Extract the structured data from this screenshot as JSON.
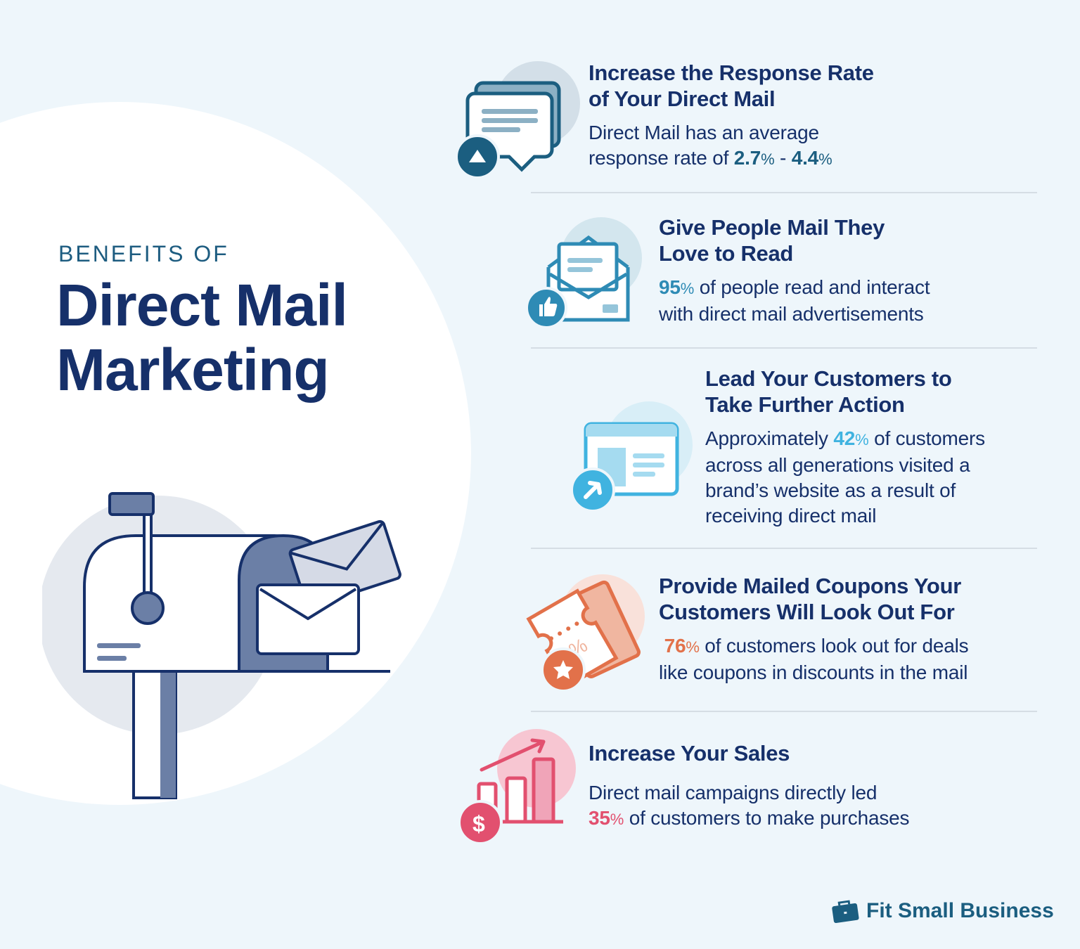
{
  "header": {
    "kicker": "BENEFITS OF",
    "title_line1": "Direct Mail",
    "title_line2": "Marketing"
  },
  "colors": {
    "navy": "#16306a",
    "teal_dark": "#1b5e80",
    "blue": "#2e8bb5",
    "sky": "#40b3e0",
    "orange": "#e2714a",
    "pink": "#e2506f",
    "background": "#eef6fb"
  },
  "benefits": [
    {
      "icon": "chat-bubbles-up-icon",
      "title_line1": "Increase the Response Rate",
      "title_line2": "of Your Direct Mail",
      "text_line1": "Direct Mail has an average",
      "text_pre": "response rate of ",
      "stat1": "2.7",
      "pct1": "%",
      "sep": " - ",
      "stat2": "4.4",
      "pct2": "%"
    },
    {
      "icon": "envelope-thumbs-up-icon",
      "title_line1": "Give People Mail They",
      "title_line2": "Love to Read",
      "stat": "95",
      "pct": "%",
      "text_after": " of people read and interact",
      "text_line2": "with direct mail advertisements"
    },
    {
      "icon": "browser-cursor-icon",
      "title_line1": "Lead Your Customers to",
      "title_line2": "Take Further Action",
      "text_pre": "Approximately ",
      "stat": "42",
      "pct": "%",
      "text_after": " of customers",
      "text_line2": "across all generations visited a",
      "text_line3": "brand’s website as a result of",
      "text_line4": "receiving direct mail"
    },
    {
      "icon": "coupon-star-icon",
      "title_line1": "Provide Mailed Coupons Your",
      "title_line2": "Customers Will Look Out For",
      "stat": "76",
      "pct": "%",
      "text_after": " of customers look out for deals",
      "text_line2": "like coupons in discounts in the mail"
    },
    {
      "icon": "sales-chart-dollar-icon",
      "title_line1": "Increase Your Sales",
      "text_line1": "Direct mail campaigns directly led",
      "stat": "35",
      "pct": "%",
      "text_after": " of customers to make purchases"
    }
  ],
  "footer": {
    "brand": "Fit Small Business",
    "brand_icon": "briefcase-icon"
  }
}
